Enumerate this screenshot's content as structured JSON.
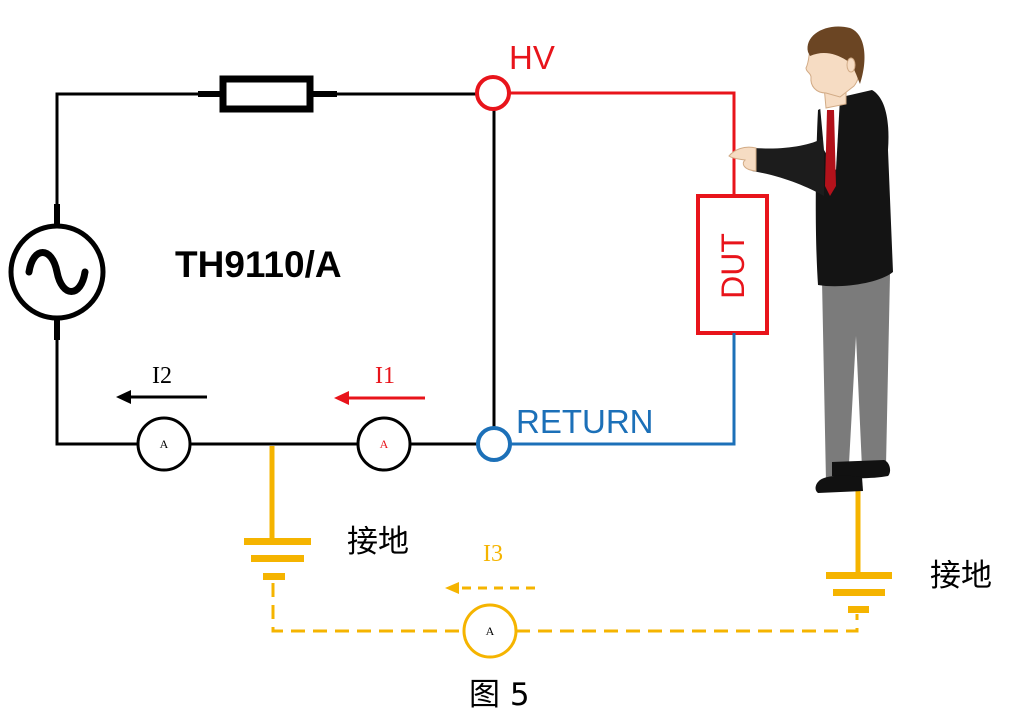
{
  "diagram": {
    "device_label": "TH9110/A",
    "hv_terminal": "HV",
    "return_terminal": "RETURN",
    "dut_label": "DUT",
    "current_i1": "I1",
    "current_i2": "I2",
    "current_i3": "I3",
    "ammeter_label": "A",
    "ground_label": "接地",
    "caption": "图 5"
  },
  "colors": {
    "circuit": "#000000",
    "hv_line": "#e8141b",
    "return_line": "#1c70b8",
    "ground_line": "#f5b400"
  },
  "icons": {
    "source": "ac-source-icon",
    "resistor": "resistor-icon",
    "meter": "ammeter-icon",
    "ground": "ground-icon",
    "operator": "person-figure"
  }
}
